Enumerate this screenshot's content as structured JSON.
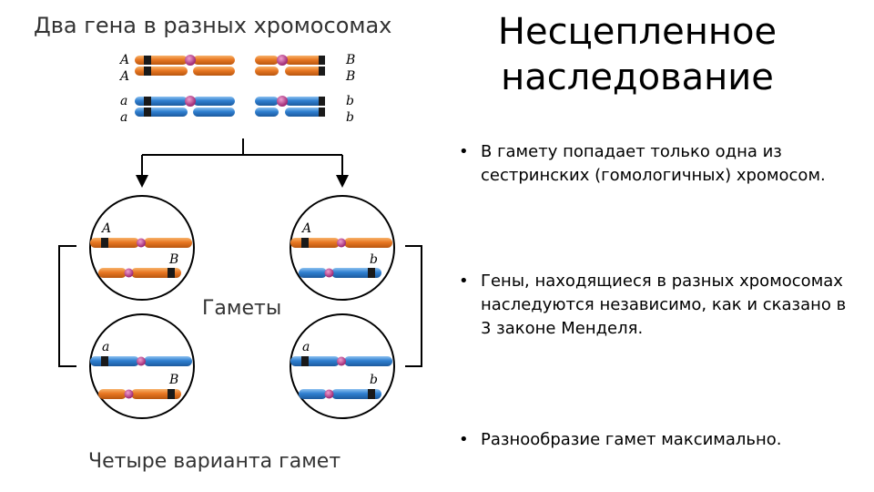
{
  "diagram": {
    "title": "Два гена в разных хромосомах",
    "parent_labels": {
      "top_left_1": "A",
      "top_left_2": "A",
      "bottom_left_1": "a",
      "bottom_left_2": "a",
      "top_right_1": "B",
      "top_right_2": "B",
      "bottom_right_1": "b",
      "bottom_right_2": "b"
    },
    "gametes_label": "Гаметы",
    "caption": "Четыре варианта гамет",
    "gametes": [
      {
        "allele1": "A",
        "allele2": "B",
        "color1": "orange",
        "color2": "orange"
      },
      {
        "allele1": "A",
        "allele2": "b",
        "color1": "orange",
        "color2": "blue"
      },
      {
        "allele1": "a",
        "allele2": "B",
        "color1": "blue",
        "color2": "orange"
      },
      {
        "allele1": "a",
        "allele2": "b",
        "color1": "blue",
        "color2": "blue"
      }
    ]
  },
  "colors": {
    "orange": "#e87722",
    "blue": "#2f7fd0",
    "band": "#1a1a1a",
    "centromere": "#c23c8c",
    "title_gray": "#333333"
  },
  "slide": {
    "title_line1": "Несцепленное",
    "title_line2": "наследование",
    "bullets": [
      "В гамету попадает только одна из сестринских (гомологичных) хромосом.",
      "Гены, находящиеся в разных хромосомах наследуются независимо, как и сказано в 3 законе Менделя.",
      "Разнообразие гамет максимально."
    ]
  }
}
